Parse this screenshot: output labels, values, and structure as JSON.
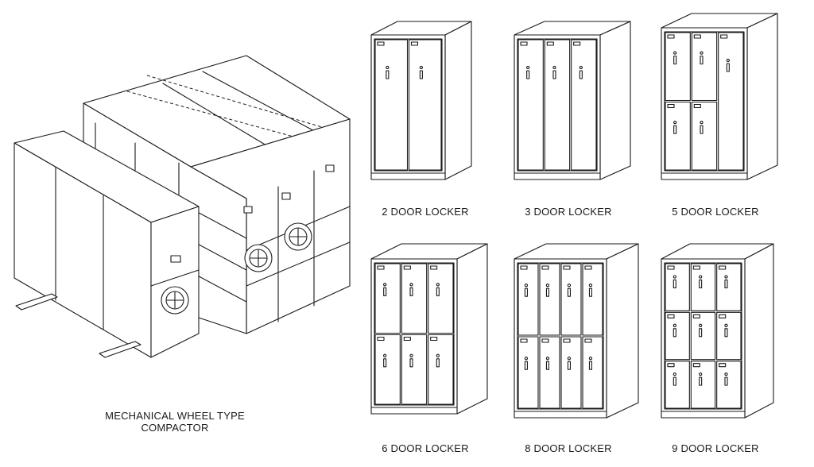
{
  "figures": {
    "compactor": {
      "caption_line1": "MECHANICAL WHEEL TYPE",
      "caption_line2": "COMPACTOR"
    },
    "lockers": [
      {
        "caption": "2 DOOR LOCKER",
        "cols": 2,
        "rows": 1
      },
      {
        "caption": "3 DOOR LOCKER",
        "cols": 3,
        "rows": 1
      },
      {
        "caption": "5 DOOR LOCKER",
        "cols": 3,
        "rows": 2
      },
      {
        "caption": "6 DOOR LOCKER",
        "cols": 3,
        "rows": 2
      },
      {
        "caption": "8 DOOR LOCKER",
        "cols": 4,
        "rows": 2
      },
      {
        "caption": "9 DOOR LOCKER",
        "cols": 3,
        "rows": 3
      }
    ]
  }
}
